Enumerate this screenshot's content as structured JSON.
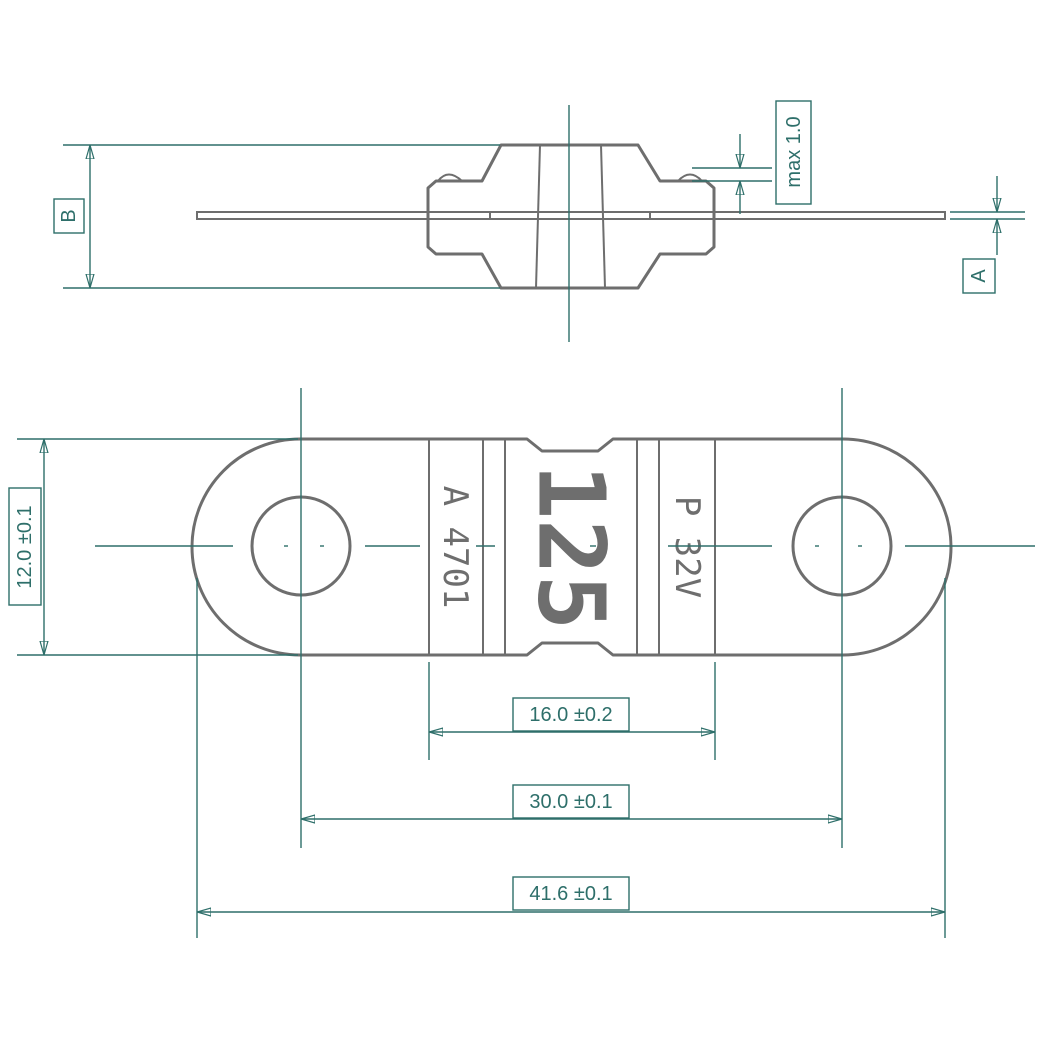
{
  "top_view": {
    "label_b": "B",
    "label_a": "A",
    "label_max": "max 1.0"
  },
  "front_view": {
    "height_label": "12.0 ±0.1",
    "body_width_label": "16.0 ±0.2",
    "hole_pitch_label": "30.0 ±0.1",
    "overall_length_label": "41.6 ±0.1"
  },
  "fuse_markings": {
    "left": "A 4701",
    "center": "125",
    "right": "P 32V"
  },
  "colors": {
    "part_outline": "#6e6e6e",
    "dimension": "#2e6f6a"
  }
}
